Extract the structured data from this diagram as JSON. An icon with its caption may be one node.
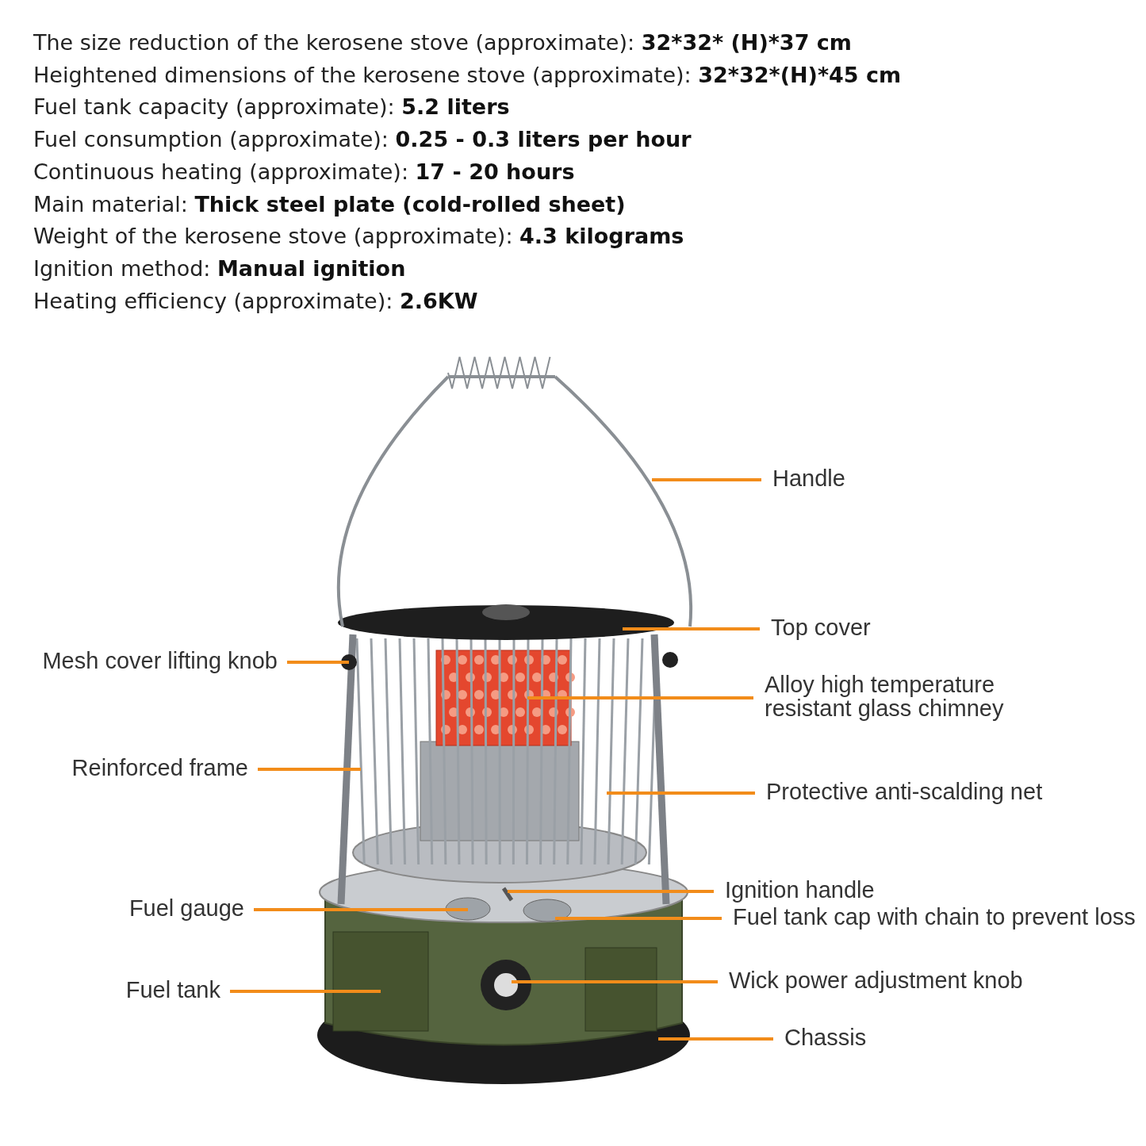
{
  "diagram": {
    "nodes": [
      {
        "text": [
          "Handle"
        ]
      },
      {
        "text": [
          "Top cover"
        ]
      },
      {
        "text": [
          "Mesh cover lifting knob"
        ]
      },
      {
        "text": [
          "Alloy high temperature resistant glass chimney"
        ]
      },
      {
        "text": [
          "Reinforced frame"
        ]
      },
      {
        "text": [
          "Protective anti-scalding net"
        ]
      },
      {
        "text": [
          "Ignition handle"
        ]
      },
      {
        "text": [
          "Fuel gauge"
        ]
      },
      {
        "text": [
          "Fuel tank cap with chain to prevent loss"
        ]
      },
      {
        "text": [
          "Wick power adjustment knob"
        ]
      },
      {
        "text": [
          "Fuel tank"
        ]
      },
      {
        "text": [
          "Chassis"
        ]
      }
    ],
    "edges": [
      {
        "from": 0,
        "to": null,
        "arrow": "none"
      },
      {
        "from": 1,
        "to": null,
        "arrow": "none"
      },
      {
        "from": 2,
        "to": null,
        "arrow": "none"
      },
      {
        "from": 3,
        "to": null,
        "arrow": "none"
      },
      {
        "from": 4,
        "to": null,
        "arrow": "none"
      },
      {
        "from": 5,
        "to": null,
        "arrow": "none"
      },
      {
        "from": 6,
        "to": null,
        "arrow": "none"
      },
      {
        "from": 7,
        "to": null,
        "arrow": "none"
      },
      {
        "from": 8,
        "to": null,
        "arrow": "none"
      },
      {
        "from": 9,
        "to": null,
        "arrow": "none"
      },
      {
        "from": 10,
        "to": null,
        "arrow": "none"
      },
      {
        "from": 11,
        "to": null,
        "arrow": "none"
      }
    ],
    "labels": [
      "The size reduction of the kerosene stove (approximate): **32*32* (H)*37 cm**",
      "Heightened dimensions of the kerosene stove (approximate): **32*32*(H)*45 cm**",
      "Fuel tank capacity (approximate): **5.2 liters**",
      "Fuel consumption (approximate): **0.25 - 0.3 liters per hour**",
      "Continuous heating (approximate): **17 - 20 hours**",
      "Main material: **Thick steel plate (cold-rolled sheet)**",
      "Weight of the kerosene stove (approximate): **4.3 kilograms**",
      "Ignition method: **Manual ignition**",
      "Heating efficiency (approximate): **2.6KW**"
    ]
  }
}
